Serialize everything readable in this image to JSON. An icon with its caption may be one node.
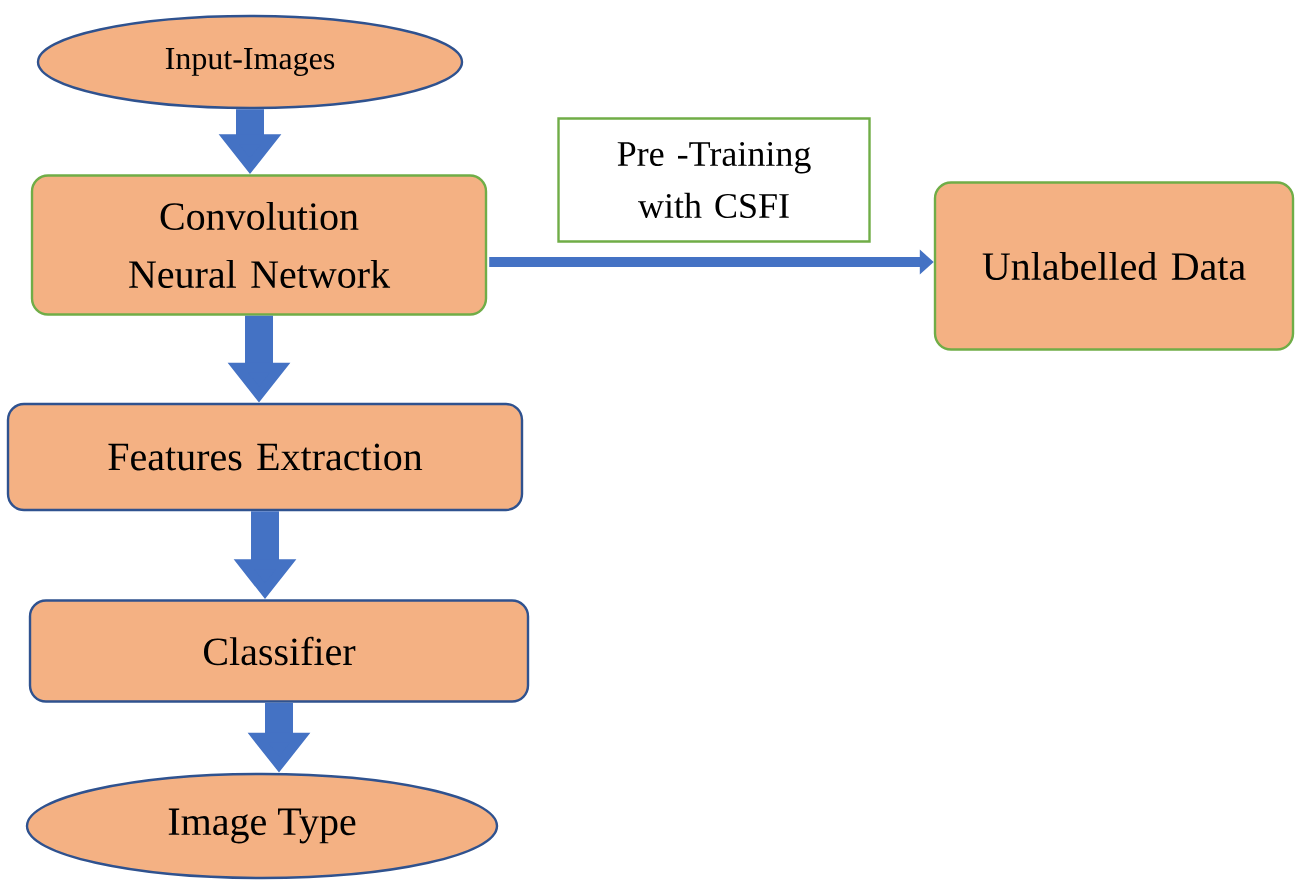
{
  "diagram": {
    "nodes": [
      {
        "text": [
          "Input-Images"
        ]
      },
      {
        "text": [
          "Convolution Neural Network"
        ]
      },
      {
        "text": [
          "Pre -Training with CSFI"
        ]
      },
      {
        "text": [
          "Unlabelled Data"
        ]
      },
      {
        "text": [
          "Features Extraction"
        ]
      },
      {
        "text": [
          "Classifier"
        ]
      },
      {
        "text": [
          "Image Type"
        ]
      }
    ],
    "edges": [
      {
        "from": 0,
        "to": 1,
        "arrow": "to"
      },
      {
        "from": 1,
        "to": 3,
        "arrow": "to"
      },
      {
        "from": 1,
        "to": 4,
        "arrow": "to"
      },
      {
        "from": 4,
        "to": 5,
        "arrow": "to"
      },
      {
        "from": 5,
        "to": 6,
        "arrow": "to"
      }
    ]
  }
}
